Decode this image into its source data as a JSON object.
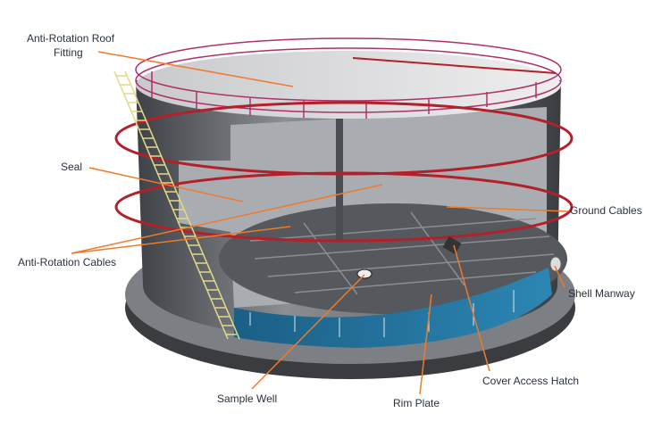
{
  "labels": {
    "roof_fitting_line1": "Anti-Rotation Roof",
    "roof_fitting_line2": "Fitting",
    "seal": "Seal",
    "anti_rotation_cables": "Anti-Rotation Cables",
    "ground_cables": "Ground Cables",
    "shell_manway": "Shell Manway",
    "sample_well": "Sample Well",
    "rim_plate": "Rim Plate",
    "cover_access_hatch": "Cover Access Hatch"
  },
  "colors": {
    "leader_line": "#f07a2a",
    "ground_cable": "#b3202a",
    "railing": "#b0306a",
    "shell": "#5d6166",
    "rim_plate": "#1f6f9a",
    "floor": "#55585c",
    "ladder": "#e2d98a"
  }
}
